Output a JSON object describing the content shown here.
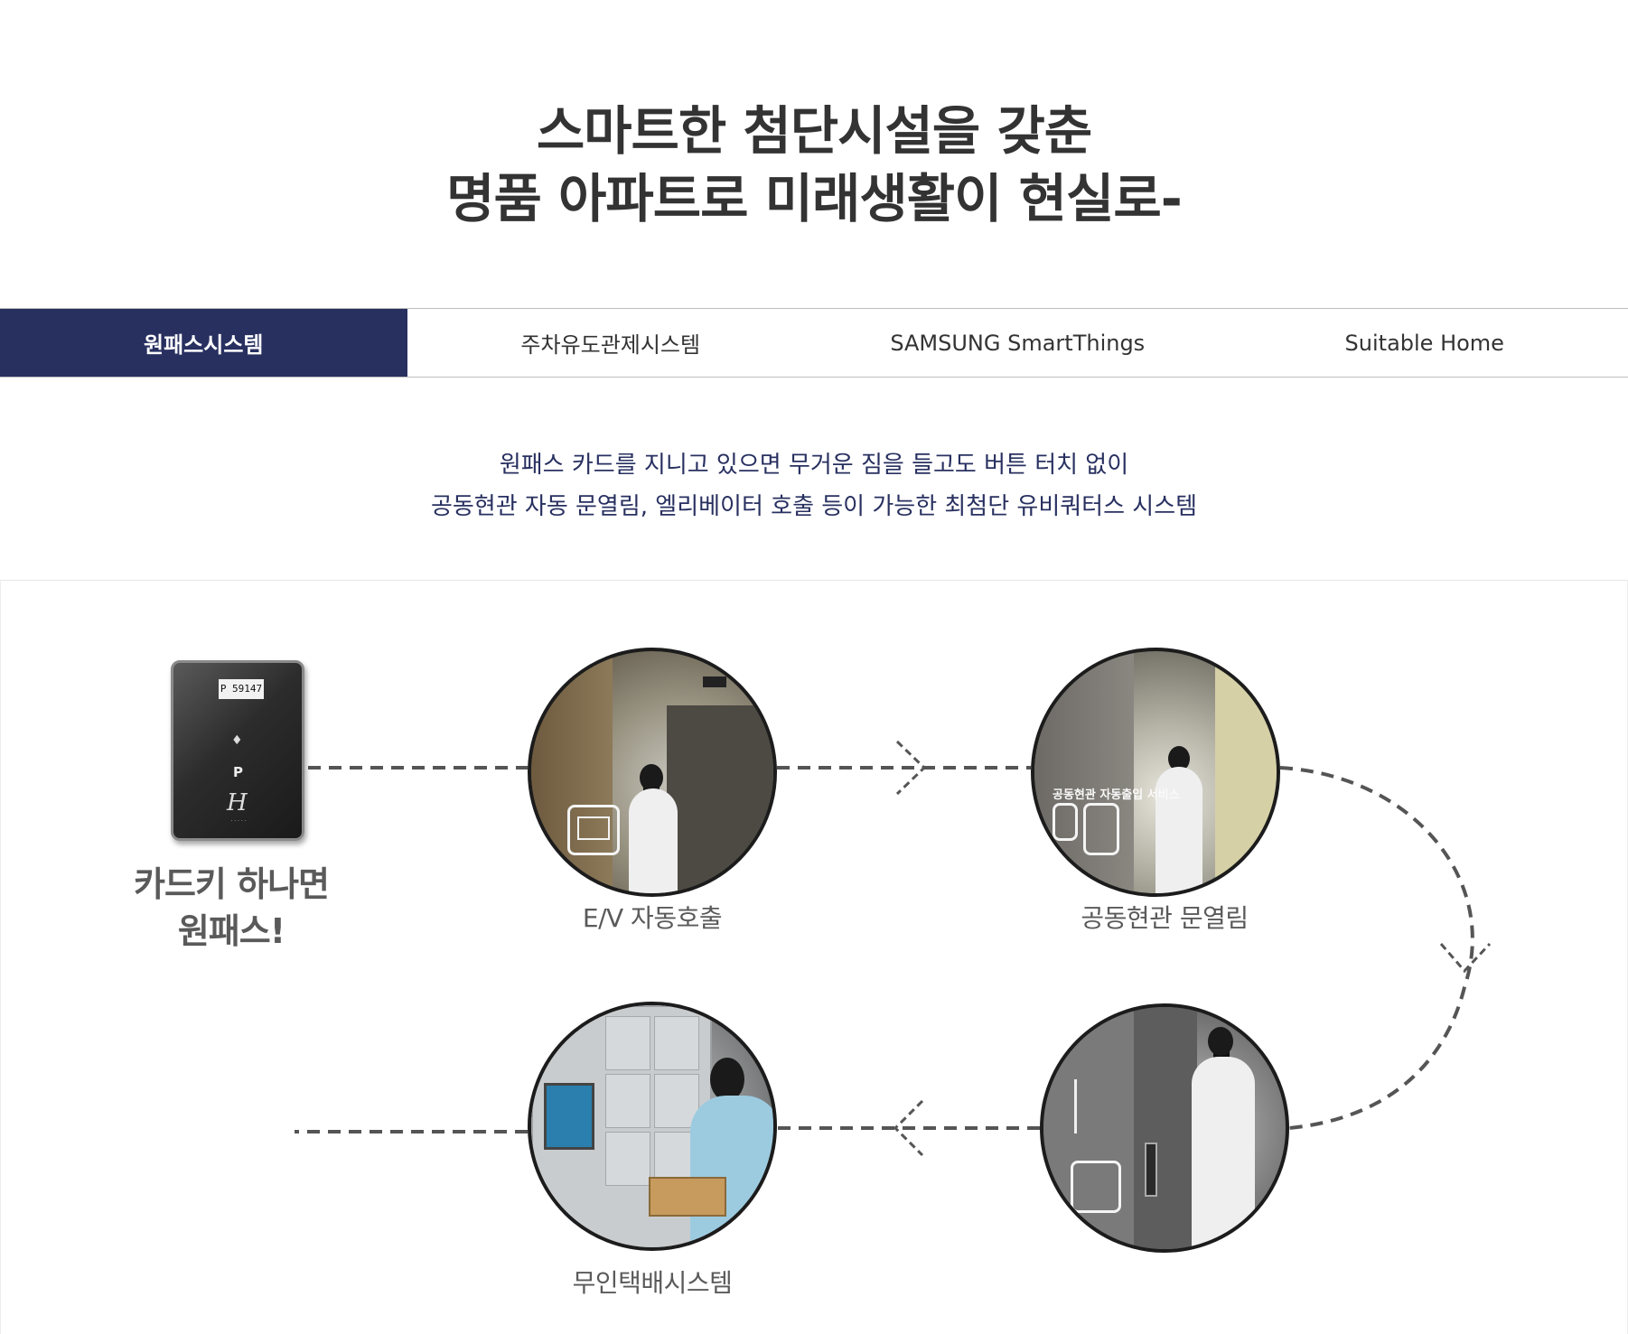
{
  "headline": {
    "line1": "스마트한 첨단시설을 갖춘",
    "line2": "명품 아파트로 미래생활이 현실로-"
  },
  "tabs": [
    {
      "label": "원패스시스템",
      "active": true
    },
    {
      "label": "주차유도관제시스템",
      "active": false
    },
    {
      "label": "SAMSUNG SmartThings",
      "active": false
    },
    {
      "label": "Suitable Home",
      "active": false
    }
  ],
  "description": {
    "line1": "원패스 카드를 지니고 있으면 무거운 짐을 들고도 버튼 터치 없이",
    "line2": "공동현관 자동 문열림, 엘리베이터 호출 등이 가능한 최첨단 유비쿼터스 시스템"
  },
  "diagram": {
    "card": {
      "screen_text": "P 59147",
      "button_text": "P",
      "logo_text": "H",
      "caption_line1": "카드키 하나면",
      "caption_line2": "원패스!"
    },
    "steps": [
      {
        "label": "E/V 자동호출"
      },
      {
        "label": "공동현관 문열림",
        "overlay_text": "공동현관 자동출입 서비스"
      },
      {
        "label": ""
      },
      {
        "label": "무인택배시스템"
      }
    ]
  },
  "colors": {
    "navy": "#283060",
    "text_dark": "#333333",
    "text_gray": "#5a5a5a",
    "dash": "#555555"
  }
}
